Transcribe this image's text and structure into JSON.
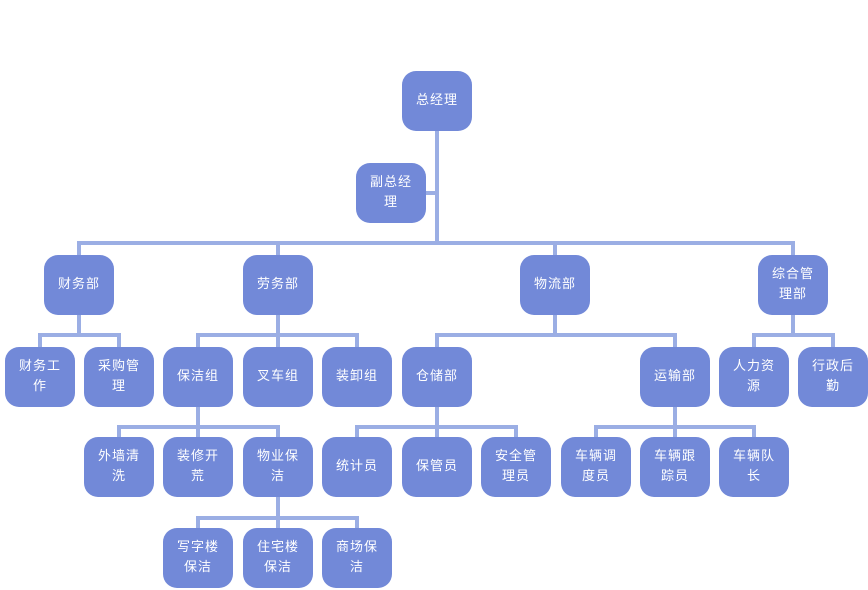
{
  "chart": {
    "type": "org-chart",
    "colors": {
      "node_fill": "#7289d8",
      "node_text": "#ffffff",
      "connector": "#9baee4",
      "background": "#ffffff"
    },
    "nodes": {
      "gm": {
        "label": "总经理"
      },
      "dgm": {
        "label": "副总经理"
      },
      "finance": {
        "label": "财务部"
      },
      "labor": {
        "label": "劳务部"
      },
      "logistics": {
        "label": "物流部"
      },
      "general_admin": {
        "label": "综合管理部"
      },
      "finance_work": {
        "label": "财务工作"
      },
      "procurement": {
        "label": "采购管理"
      },
      "cleaning_team": {
        "label": "保洁组"
      },
      "forklift_team": {
        "label": "叉车组"
      },
      "loading_team": {
        "label": "装卸组"
      },
      "warehouse": {
        "label": "仓储部"
      },
      "transport": {
        "label": "运输部"
      },
      "hr": {
        "label": "人力资源"
      },
      "admin_logistics": {
        "label": "行政后勤"
      },
      "exterior_cleaning": {
        "label": "外墙清洗"
      },
      "renovation_cleaning": {
        "label": "装修开荒"
      },
      "property_cleaning": {
        "label": "物业保洁"
      },
      "statistician": {
        "label": "统计员"
      },
      "storekeeper": {
        "label": "保管员"
      },
      "safety_manager": {
        "label": "安全管理员"
      },
      "vehicle_dispatcher": {
        "label": "车辆调度员"
      },
      "vehicle_tracker": {
        "label": "车辆跟踪员"
      },
      "fleet_captain": {
        "label": "车辆队长"
      },
      "office_cleaning": {
        "label": "写字楼保洁"
      },
      "residential_cleaning": {
        "label": "住宅楼保洁"
      },
      "mall_cleaning": {
        "label": "商场保洁"
      }
    },
    "hierarchy": {
      "root": "gm",
      "assistant_of_gm": "dgm",
      "children": {
        "gm": [
          "finance",
          "labor",
          "logistics",
          "general_admin"
        ],
        "finance": [
          "finance_work",
          "procurement"
        ],
        "labor": [
          "cleaning_team",
          "forklift_team",
          "loading_team"
        ],
        "logistics": [
          "warehouse",
          "transport"
        ],
        "general_admin": [
          "hr",
          "admin_logistics"
        ],
        "cleaning_team": [
          "exterior_cleaning",
          "renovation_cleaning",
          "property_cleaning"
        ],
        "warehouse": [
          "statistician",
          "storekeeper",
          "safety_manager"
        ],
        "transport": [
          "vehicle_dispatcher",
          "vehicle_tracker",
          "fleet_captain"
        ],
        "property_cleaning": [
          "office_cleaning",
          "residential_cleaning",
          "mall_cleaning"
        ]
      }
    }
  }
}
